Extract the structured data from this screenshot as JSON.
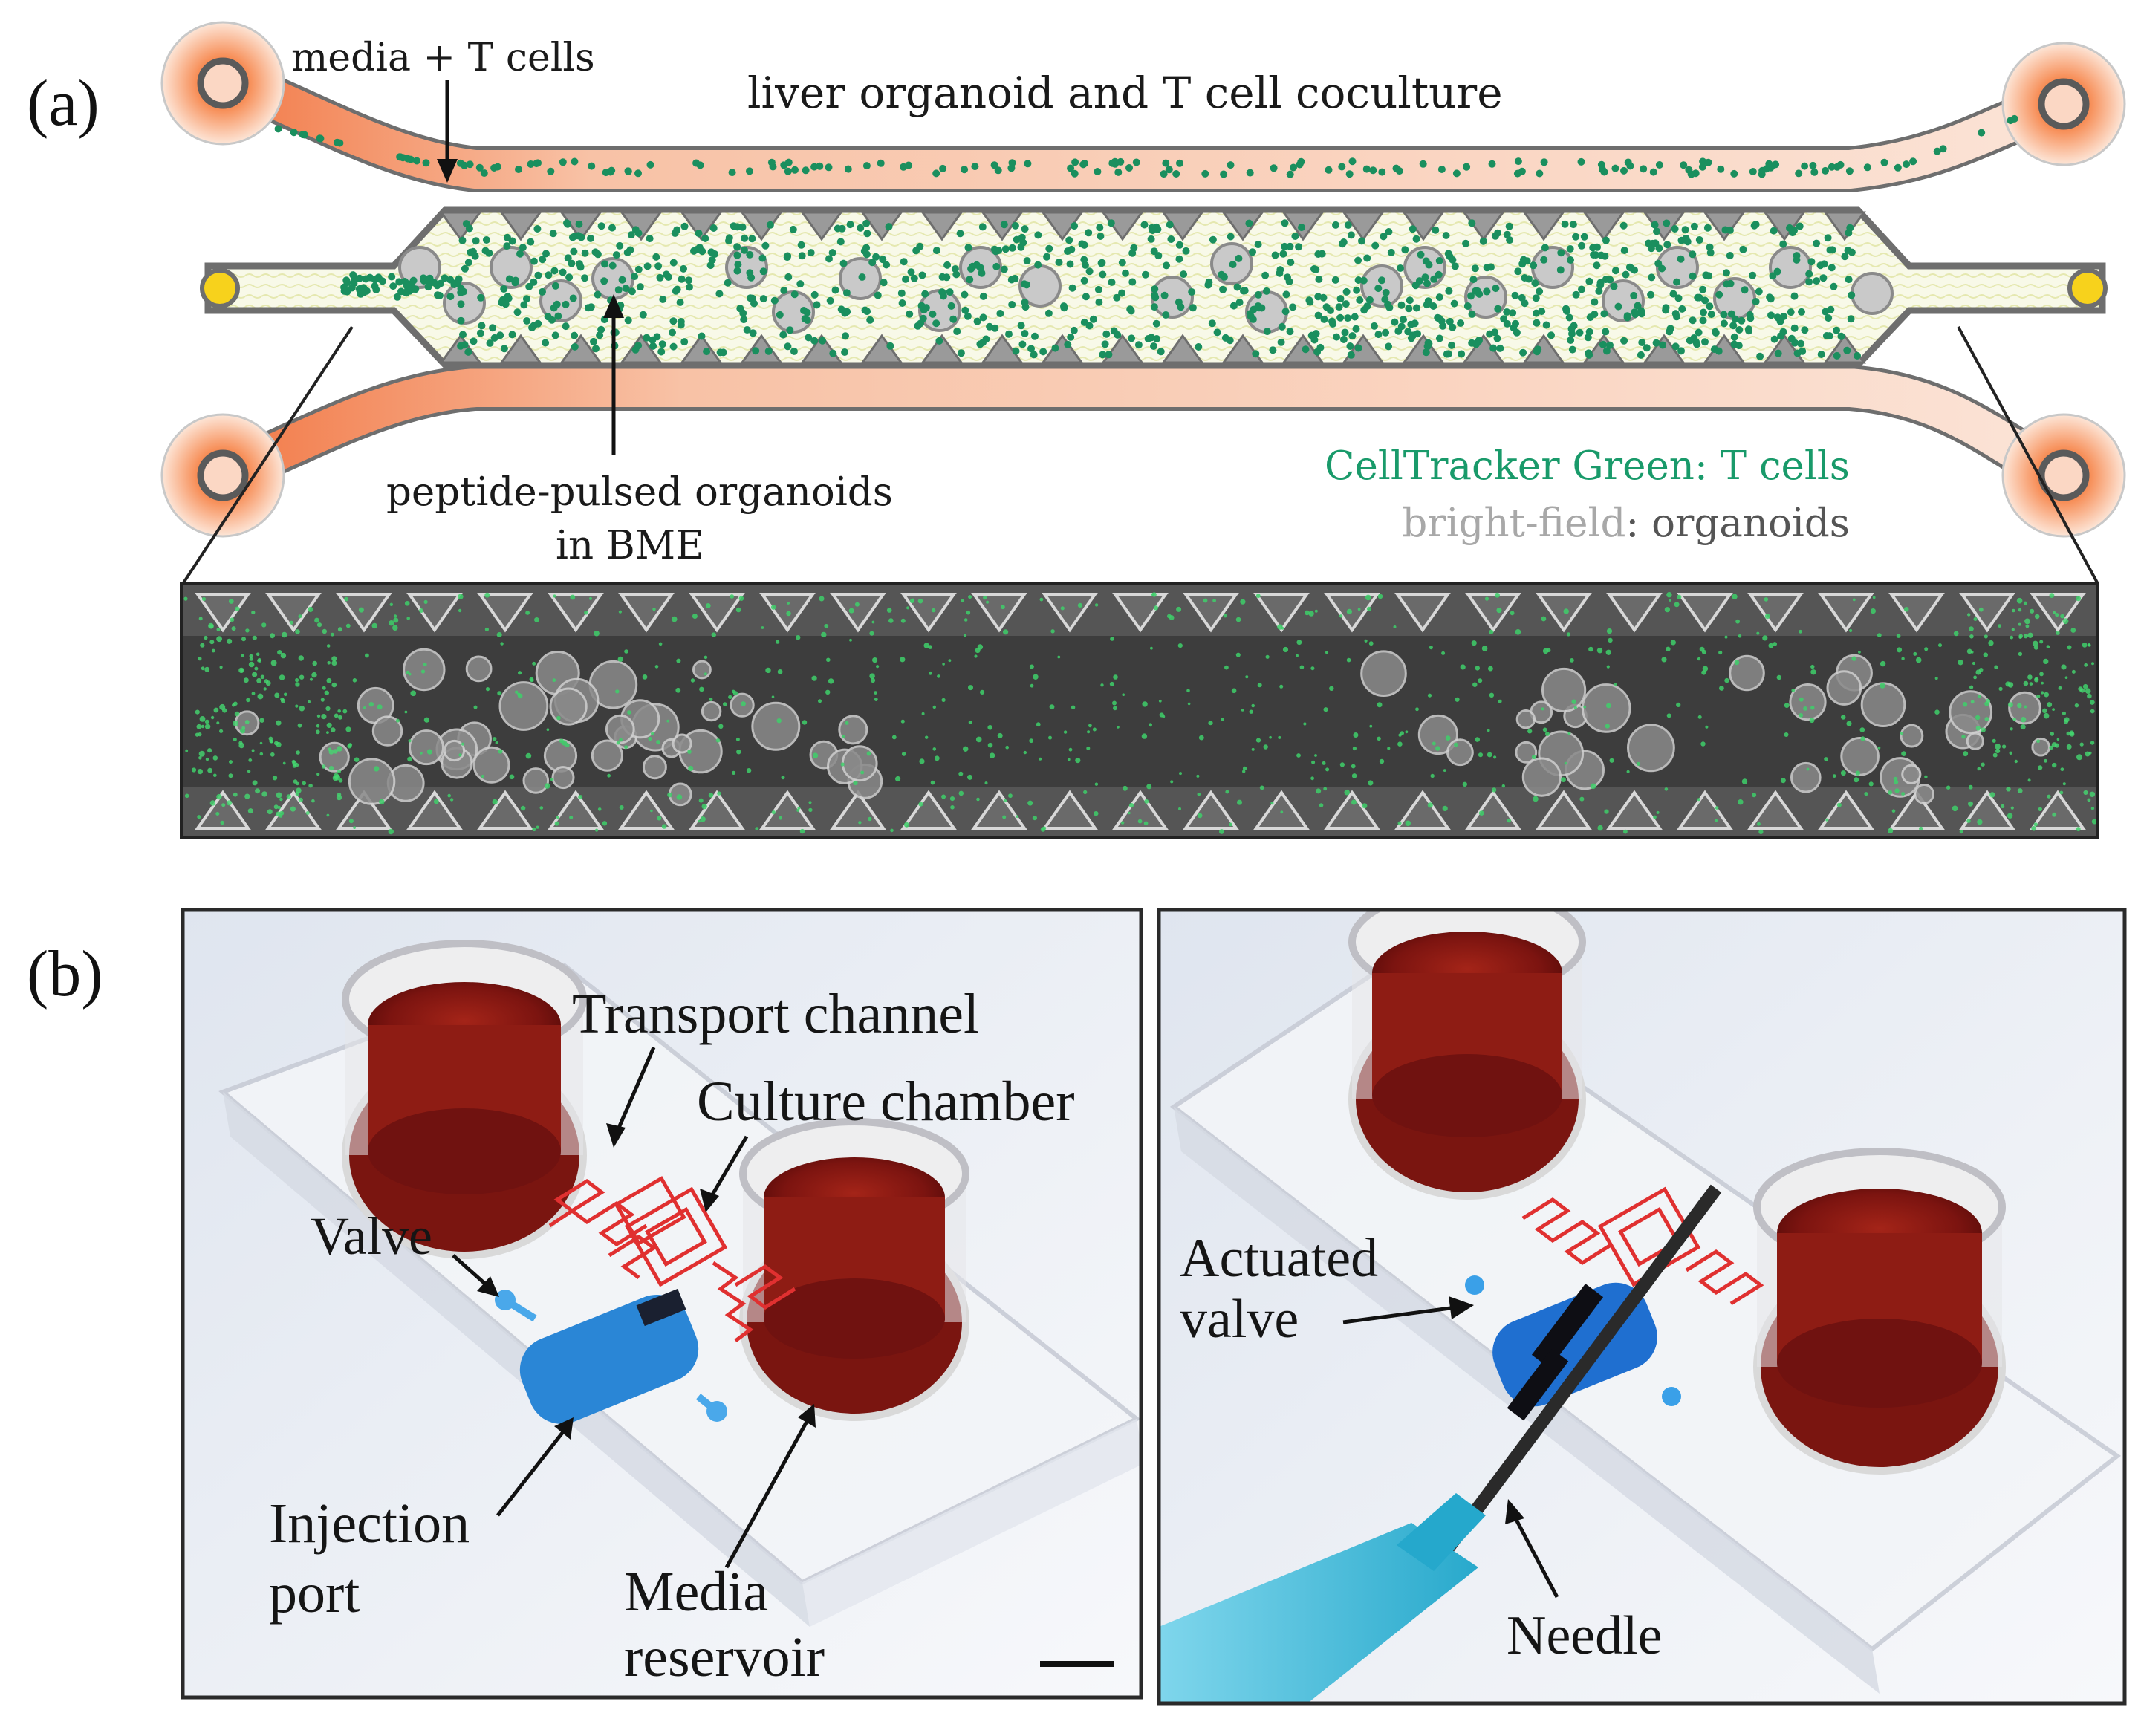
{
  "panel_a": {
    "label": "(a)",
    "title": "liver organoid and T cell coculture",
    "media_label": "media + T cells",
    "organoid_label_line1": "peptide-pulsed organoids",
    "organoid_label_line2": "in BME",
    "legend_tcells": "CellTracker Green: T cells",
    "legend_bf_prefix": "bright-field",
    "legend_bf_suffix": ": organoids",
    "colors": {
      "tcell": "#1a8f5e",
      "legend_green": "#199a6a",
      "media_channel": "#f6b898",
      "port_orange": "#f05a12",
      "port_yellow": "#f7d21c",
      "organoid": "#c9c9c9"
    }
  },
  "panel_b": {
    "label": "(b)",
    "left": {
      "transport_channel": "Transport channel",
      "culture_chamber": "Culture chamber",
      "valve": "Valve",
      "injection_port_line1": "Injection",
      "injection_port_line2": "port",
      "media_reservoir_line1": "Media",
      "media_reservoir_line2": "reservoir"
    },
    "right": {
      "actuated_valve_line1": "Actuated",
      "actuated_valve_line2": "valve",
      "needle": "Needle"
    },
    "colors": {
      "reservoir_liquid": "#8a1a14",
      "channel_red": "#e03030",
      "injection_blue": "#2a86d6",
      "syringe_cyan": "#3cb8d8"
    }
  }
}
